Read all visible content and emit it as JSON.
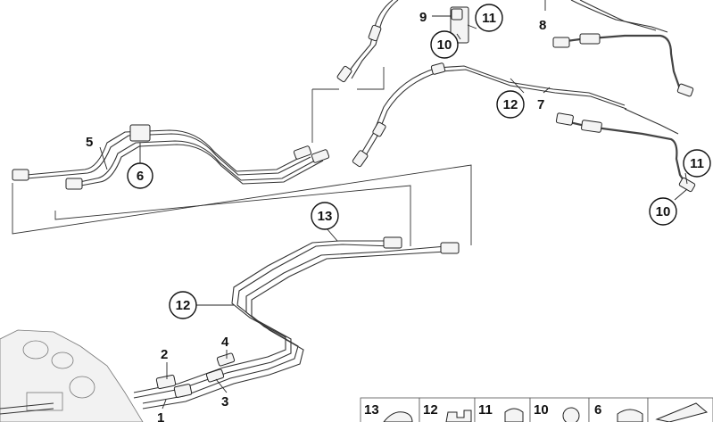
{
  "diagram": {
    "plain_labels": [
      {
        "id": "label-1",
        "text": "1"
      },
      {
        "id": "label-2",
        "text": "2"
      },
      {
        "id": "label-3",
        "text": "3"
      },
      {
        "id": "label-4",
        "text": "4"
      },
      {
        "id": "label-5",
        "text": "5"
      },
      {
        "id": "label-7",
        "text": "7"
      },
      {
        "id": "label-8",
        "text": "8"
      },
      {
        "id": "label-9",
        "text": "9"
      }
    ],
    "callouts": [
      {
        "id": "callout-6",
        "text": "6"
      },
      {
        "id": "callout-10-top",
        "text": "10"
      },
      {
        "id": "callout-11-top",
        "text": "11"
      },
      {
        "id": "callout-12-upper",
        "text": "12"
      },
      {
        "id": "callout-11-right",
        "text": "11"
      },
      {
        "id": "callout-10-right",
        "text": "10"
      },
      {
        "id": "callout-13",
        "text": "13"
      },
      {
        "id": "callout-12-lower",
        "text": "12"
      }
    ],
    "legend": [
      {
        "id": "legend-13",
        "text": "13"
      },
      {
        "id": "legend-12",
        "text": "12"
      },
      {
        "id": "legend-11",
        "text": "11"
      },
      {
        "id": "legend-10",
        "text": "10"
      },
      {
        "id": "legend-6",
        "text": "6"
      }
    ]
  }
}
